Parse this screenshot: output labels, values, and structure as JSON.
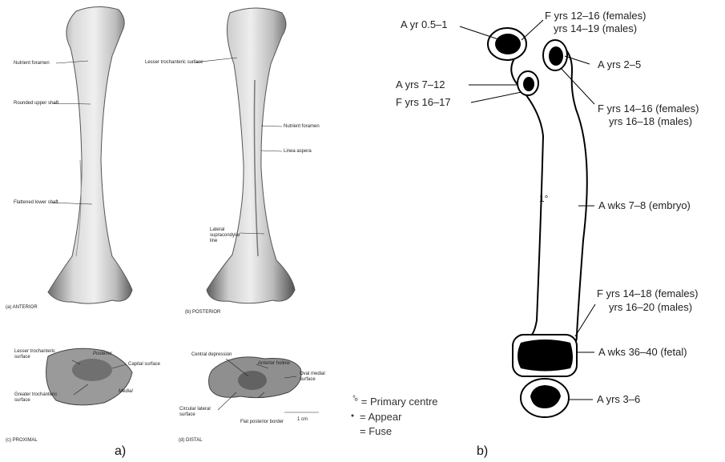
{
  "panel_a": {
    "label": "a)",
    "anterior": {
      "caption": "(a) ANTERIOR",
      "labels": [
        "Nutrient foramen",
        "Rounded upper shaft",
        "Flattened lower shaft"
      ]
    },
    "posterior": {
      "caption": "(b) POSTERIOR",
      "labels": [
        "Lesser trochanteric surface",
        "Nutrient foramen",
        "Linea aspera",
        "Lateral supracondylar line"
      ]
    },
    "proximal": {
      "caption": "(c) PROXIMAL",
      "labels": [
        "Lesser trochanteric surface",
        "Posterior",
        "Capital surface",
        "Medial",
        "Greater trochanteric surface"
      ]
    },
    "distal": {
      "caption": "(d) DISTAL",
      "labels": [
        "Central depression",
        "Anterior hollow",
        "Oval medial surface",
        "Circular lateral surface",
        "Flat posterior border"
      ],
      "scale": "1 cm"
    }
  },
  "panel_b": {
    "label": "b)",
    "annotations": [
      "A yr 0.5–1",
      "F yrs 12–16 (females)",
      "yrs 14–19 (males)",
      "A yrs 2–5",
      "A yrs 7–12",
      "F yrs 16–17",
      "F yrs 14–16 (females)",
      "yrs 16–18 (males)",
      "A wks 7–8 (embryo)",
      "F yrs 14–18 (females)",
      "yrs 16–20 (males)",
      "A wks 36–40 (fetal)",
      "A yrs 3–6"
    ],
    "shaft_mark": "1°"
  },
  "legend": {
    "primary": "° = Primary centre",
    "appear": "= Appear",
    "fuse": "= Fuse"
  }
}
